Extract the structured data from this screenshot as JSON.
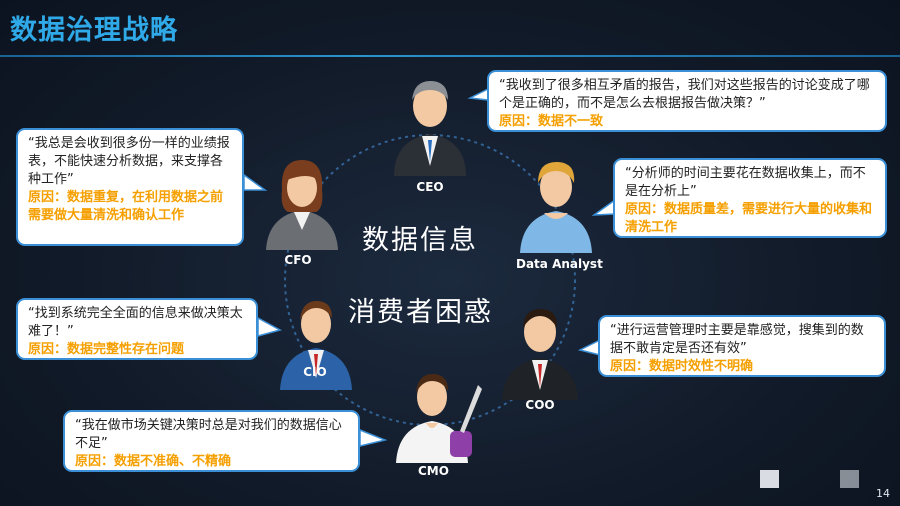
{
  "slide": {
    "title": "数据治理战略",
    "center_top": "数据信息",
    "center_bottom": "消费者困惑",
    "page_number": "14"
  },
  "roles": {
    "ceo": "CEO",
    "analyst": "Data Analyst",
    "cfo": "CFO",
    "cio": "CIO",
    "coo": "COO",
    "cmo": "CMO"
  },
  "bubbles": {
    "ceo": {
      "quote": "“我收到了很多相互矛盾的报告，我们对这些报告的讨论变成了哪个是正确的，而不是怎么去根据报告做决策？”",
      "reason": "原因：数据不一致"
    },
    "cfo": {
      "quote": "“我总是会收到很多份一样的业绩报表，不能快速分析数据，来支撑各种工作”",
      "reason": "原因：数据重复，在利用数据之前需要做大量清洗和确认工作"
    },
    "analyst": {
      "quote": "“分析师的时间主要花在数据收集上，而不是在分析上”",
      "reason": "原因：数据质量差，需要进行大量的收集和清洗工作"
    },
    "cio": {
      "quote": "“找到系统完全全面的信息来做决策太难了！”",
      "reason": "原因：数据完整性存在问题"
    },
    "coo": {
      "quote": "“进行运营管理时主要是靠感觉，搜集到的数据不敢肯定是否还有效”",
      "reason": "原因：数据时效性不明确"
    },
    "cmo": {
      "quote": "“我在做市场关键决策时总是对我们的数据信心不足”",
      "reason": "原因：数据不准确、不精确"
    }
  },
  "colors": {
    "title": "#2fa9e8",
    "bubble_border": "#3b8fd6",
    "reason": "#f5a000"
  }
}
